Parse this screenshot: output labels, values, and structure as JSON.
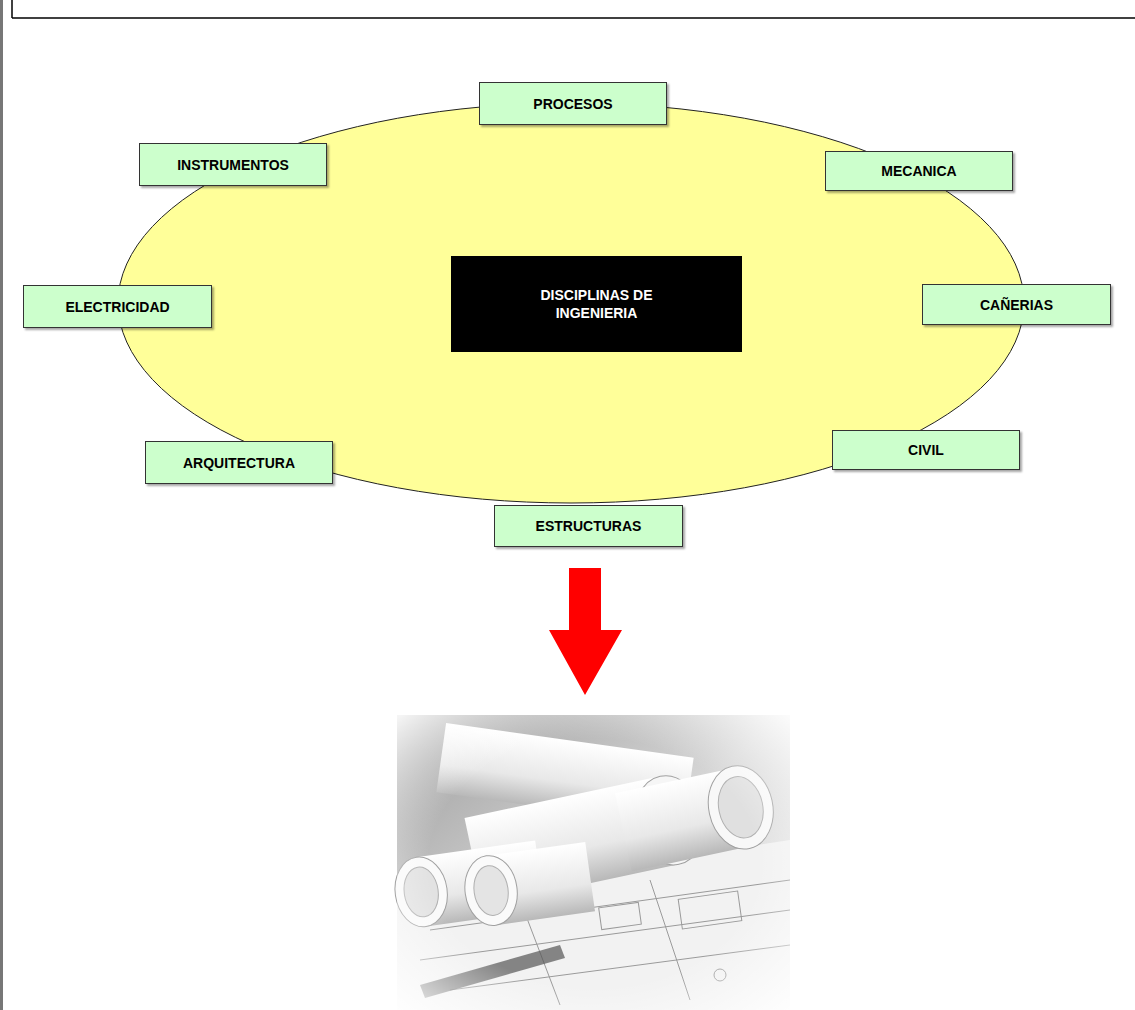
{
  "diagram": {
    "nodes": [
      {
        "text": [
          "PROCESOS"
        ]
      },
      {
        "text": [
          "INSTRUMENTOS"
        ]
      },
      {
        "text": [
          "MECANICA"
        ]
      },
      {
        "text": [
          "ELECTRICIDAD"
        ]
      },
      {
        "text": [
          "DISCIPLINAS DE INGENIERIA"
        ]
      },
      {
        "text": [
          "CAÑERIAS"
        ]
      },
      {
        "text": [
          "ARQUITECTURA"
        ]
      },
      {
        "text": [
          "CIVIL"
        ]
      },
      {
        "text": [
          "ESTRUCTURAS"
        ]
      }
    ]
  }
}
